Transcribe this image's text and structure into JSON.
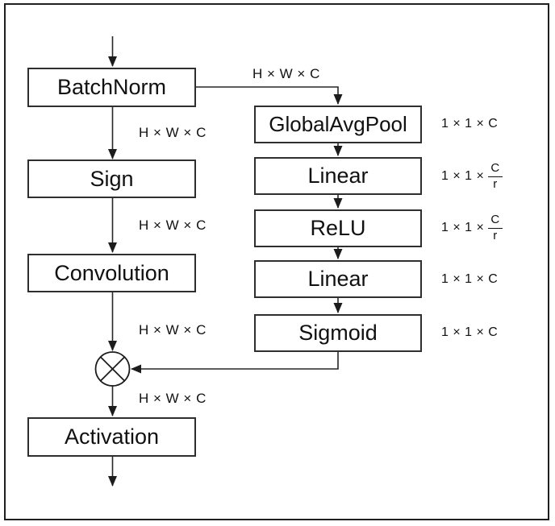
{
  "diagram": {
    "nodes": {
      "main_path": [
        {
          "id": "batchnorm",
          "label": "BatchNorm"
        },
        {
          "id": "sign",
          "label": "Sign"
        },
        {
          "id": "convolution",
          "label": "Convolution"
        },
        {
          "id": "activation",
          "label": "Activation"
        }
      ],
      "se_branch": [
        {
          "id": "globalavgpool",
          "label": "GlobalAvgPool"
        },
        {
          "id": "linear-1",
          "label": "Linear"
        },
        {
          "id": "relu",
          "label": "ReLU"
        },
        {
          "id": "linear-2",
          "label": "Linear"
        },
        {
          "id": "sigmoid",
          "label": "Sigmoid"
        }
      ]
    },
    "operator": {
      "name": "elementwise-multiply",
      "glyph": "⊗"
    },
    "edge_labels": [
      {
        "id": "branch-input",
        "text": "H × W × C"
      },
      {
        "id": "batchnorm-to-sign",
        "text": "H × W × C"
      },
      {
        "id": "sign-to-convolution",
        "text": "H × W × C"
      },
      {
        "id": "convolution-to-multiply",
        "text": "H × W × C"
      },
      {
        "id": "multiply-to-activation",
        "text": "H × W × C"
      }
    ],
    "branch_dim_labels": [
      {
        "id": "globalavgpool-out",
        "text": "1 × 1 × C"
      },
      {
        "id": "linear1-out",
        "prefix": "1 × 1 ×",
        "numerator": "C",
        "denominator": "r"
      },
      {
        "id": "relu-out",
        "prefix": "1 × 1 ×",
        "numerator": "C",
        "denominator": "r"
      },
      {
        "id": "linear2-out",
        "text": "1 × 1 × C"
      },
      {
        "id": "sigmoid-out",
        "text": "1 × 1 × C"
      }
    ],
    "colors": {
      "background": "#ffffff",
      "line": "#262626",
      "box_border": "#2e2e2e",
      "text": "#111111"
    }
  }
}
